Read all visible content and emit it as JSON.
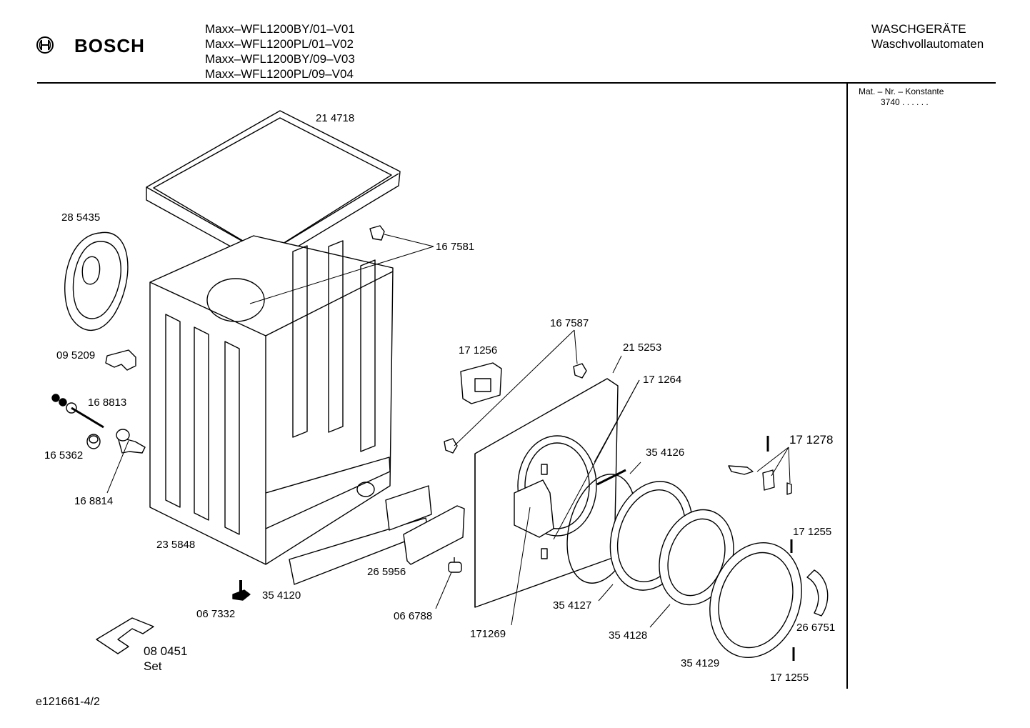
{
  "header": {
    "brand": "BOSCH",
    "models": [
      "Maxx–WFL1200BY/01–V01",
      "Maxx–WFL1200PL/01–V02",
      "Maxx–WFL1200BY/09–V03",
      "Maxx–WFL1200PL/09–V04"
    ],
    "category": "WASCHGERÄTE",
    "subcategory": "Waschvollautomaten"
  },
  "material": {
    "label": "Mat. – Nr. – Konstante",
    "value": "3740 . .   . . . ."
  },
  "parts": [
    {
      "id": "p214718",
      "number": "21 4718"
    },
    {
      "id": "p285435",
      "number": "28 5435"
    },
    {
      "id": "p167581",
      "number": "16 7581"
    },
    {
      "id": "p095209",
      "number": "09 5209"
    },
    {
      "id": "p168813",
      "number": "16 8813"
    },
    {
      "id": "p165362",
      "number": "16 5362"
    },
    {
      "id": "p168814",
      "number": "16 8814"
    },
    {
      "id": "p235848",
      "number": "23 5848"
    },
    {
      "id": "p067332",
      "number": "06 7332"
    },
    {
      "id": "p354120",
      "number": "35 4120"
    },
    {
      "id": "p265956",
      "number": "26 5956"
    },
    {
      "id": "p066788",
      "number": "06 6788"
    },
    {
      "id": "p171256",
      "number": "17 1256"
    },
    {
      "id": "p167587",
      "number": "16 7587"
    },
    {
      "id": "p215253",
      "number": "21 5253"
    },
    {
      "id": "p171264",
      "number": "17 1264"
    },
    {
      "id": "p354126",
      "number": "35 4126"
    },
    {
      "id": "p171278",
      "number": "17 1278"
    },
    {
      "id": "p171255a",
      "number": "17 1255"
    },
    {
      "id": "p266751",
      "number": "26 6751"
    },
    {
      "id": "p354127",
      "number": "35 4127"
    },
    {
      "id": "p171269",
      "number": "171269"
    },
    {
      "id": "p354128",
      "number": "35 4128"
    },
    {
      "id": "p354129",
      "number": "35 4129"
    },
    {
      "id": "p171255b",
      "number": "17 1255"
    }
  ],
  "set_item": {
    "number": "08 0451",
    "note": "Set"
  },
  "footer": {
    "drawing_id": "e121661-4/2"
  }
}
